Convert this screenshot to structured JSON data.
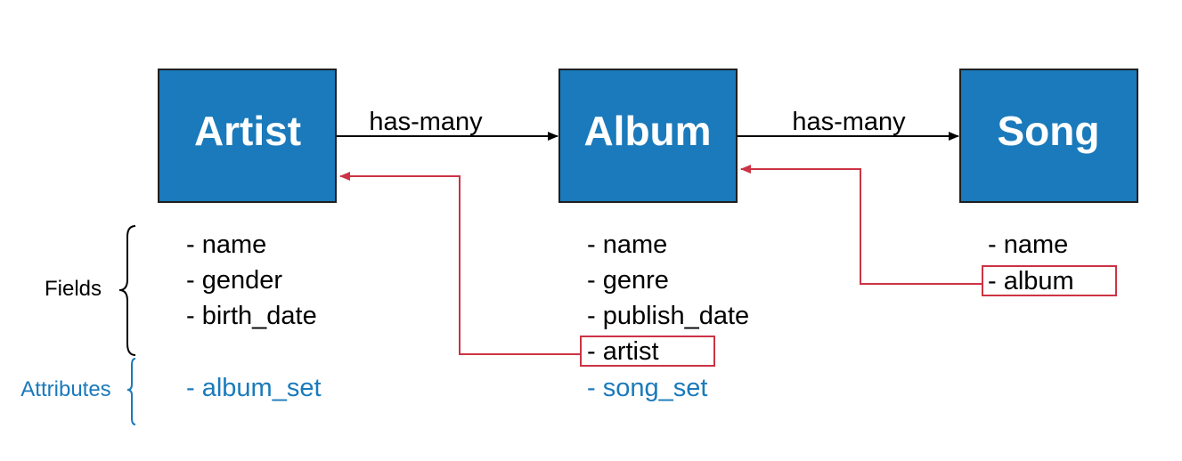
{
  "colors": {
    "entity_fill": "#1a7abb",
    "entity_stroke": "#1f1f1f",
    "field_text": "#000000",
    "attribute_text": "#1a7abb",
    "highlight": "#cc3344",
    "arrow": "#000000"
  },
  "entities": [
    {
      "name": "Artist"
    },
    {
      "name": "Album"
    },
    {
      "name": "Song"
    }
  ],
  "relations": [
    {
      "label": "has-many",
      "from": "Artist",
      "to": "Album"
    },
    {
      "label": "has-many",
      "from": "Album",
      "to": "Song"
    }
  ],
  "groups": {
    "fields_label": "Fields",
    "attributes_label": "Attributes"
  },
  "artist": {
    "fields": [
      "- name",
      "- gender",
      "- birth_date"
    ],
    "attributes": [
      "- album_set"
    ]
  },
  "album": {
    "fields": [
      "- name",
      "- genre",
      "- publish_date",
      "- artist"
    ],
    "attributes": [
      "- song_set"
    ]
  },
  "song": {
    "fields": [
      "- name",
      "- album"
    ]
  },
  "foreign_keys": [
    {
      "field": "- artist",
      "owner": "Album",
      "references": "Artist"
    },
    {
      "field": "- album",
      "owner": "Song",
      "references": "Album"
    }
  ]
}
